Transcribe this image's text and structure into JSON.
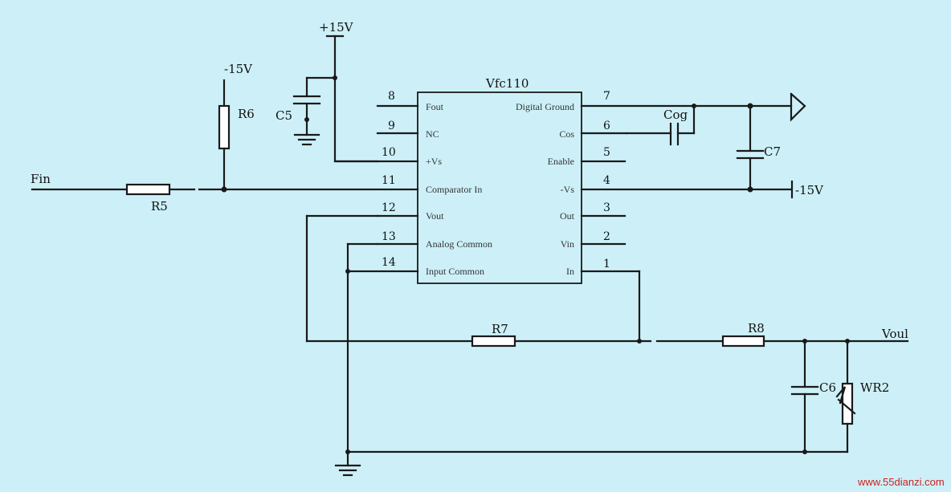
{
  "ic": {
    "name": "Vfc110",
    "pins_left": [
      {
        "num": "8",
        "label": "Fout"
      },
      {
        "num": "9",
        "label": "NC"
      },
      {
        "num": "10",
        "label": "+Vs"
      },
      {
        "num": "11",
        "label": "Comparator In"
      },
      {
        "num": "12",
        "label": "Vout"
      },
      {
        "num": "13",
        "label": "Analog Common"
      },
      {
        "num": "14",
        "label": "Input Common"
      }
    ],
    "pins_right": [
      {
        "num": "7",
        "label": "Digital Ground"
      },
      {
        "num": "6",
        "label": "Cos"
      },
      {
        "num": "5",
        "label": "Enable"
      },
      {
        "num": "4",
        "label": "-Vs"
      },
      {
        "num": "3",
        "label": "Out"
      },
      {
        "num": "2",
        "label": "Vin"
      },
      {
        "num": "1",
        "label": "In"
      }
    ]
  },
  "labels": {
    "fin": "Fin",
    "vout": "Voul",
    "pos15_top": "+15V",
    "neg15_r6": "-15V",
    "neg15_right": "-15V"
  },
  "components": {
    "r5": "R5",
    "r6": "R6",
    "r7": "R7",
    "r8": "R8",
    "c5": "C5",
    "c6": "C6",
    "c7": "C7",
    "cog": "Cog",
    "wr2": "WR2"
  },
  "watermark": "www.55dianzi.com"
}
